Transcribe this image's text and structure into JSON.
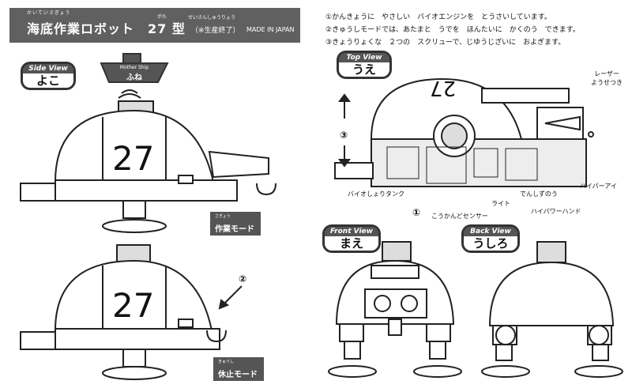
{
  "header": {
    "ruby_title": "かいていさぎょう",
    "title": "海底作業ロボット　27 型",
    "ruby_gata": "がた",
    "ruby_status": "せいさんしゅうりょう",
    "status": "（※生産終了）",
    "made_in": "MADE IN JAPAN"
  },
  "notes": [
    "①かんきょうに　やさしい　バイオエンジンを　とうさいしています。",
    "②きゅうしモードでは、あたまと　うでを　ほんたいに　かくのう　できます。",
    "③きょうりょくな　２つの　スクリューで、じゆうじざいに　およぎます。"
  ],
  "views": {
    "side": {
      "en": "Side View",
      "jp": "よこ"
    },
    "top": {
      "en": "Top View",
      "jp": "うえ"
    },
    "front": {
      "en": "Front View",
      "jp": "まえ"
    },
    "back": {
      "en": "Back View",
      "jp": "うしろ"
    }
  },
  "mother_ship": {
    "en": "Mother Ship",
    "jp": "ふね"
  },
  "robot_number": "27",
  "modes": {
    "work": {
      "ruby": "さぎょう",
      "label": "作業モード"
    },
    "rest": {
      "ruby": "きゅうし",
      "label": "休止モード"
    }
  },
  "markers": {
    "m1": "①",
    "m2": "②",
    "m3": "③"
  },
  "callouts": {
    "laser": "レーザー\nようせつき",
    "bio_tank": "バイオしょりタンク",
    "light": "ライト",
    "brain": "でんしずのう",
    "hyper_eye": "ハイパーアイ",
    "sensor": "こうかんどセンサー",
    "hyper_hand": "ハイパワーハンド"
  }
}
